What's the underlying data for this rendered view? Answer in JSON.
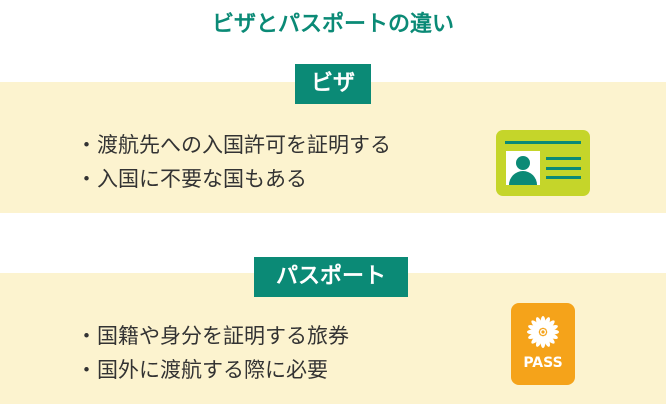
{
  "title": "ビザとパスポートの違い",
  "sections": [
    {
      "label": "ビザ",
      "bullets": [
        "渡航先への入国許可を証明する",
        "入国に不要な国もある"
      ],
      "icon": "id-card-icon"
    },
    {
      "label": "パスポート",
      "bullets": [
        "国籍や身分を証明する旅券",
        "国外に渡航する際に必要"
      ],
      "icon": "passport-icon",
      "icon_text": "PASS"
    }
  ],
  "colors": {
    "accent": "#0b8a76",
    "band": "#fcf3cf",
    "card": "#c5d52a",
    "passport": "#f5a31a"
  }
}
